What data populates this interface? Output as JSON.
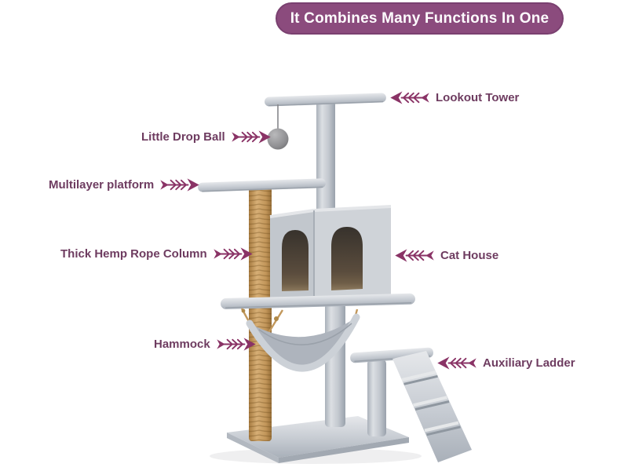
{
  "banner": {
    "text": "It Combines Many Functions In One",
    "bg_color": "#8b4b7d",
    "text_color": "#ffffff"
  },
  "labels": [
    {
      "id": "lookout-tower",
      "text": "Lookout Tower",
      "arrow_direction": "left"
    },
    {
      "id": "little-drop-ball",
      "text": "Little Drop Ball",
      "arrow_direction": "right"
    },
    {
      "id": "multilayer-platform",
      "text": "Multilayer platform",
      "arrow_direction": "right"
    },
    {
      "id": "thick-hemp-rope-column",
      "text": "Thick Hemp Rope Column",
      "arrow_direction": "right"
    },
    {
      "id": "cat-house",
      "text": "Cat House",
      "arrow_direction": "left"
    },
    {
      "id": "hammock",
      "text": "Hammock",
      "arrow_direction": "right"
    },
    {
      "id": "auxiliary-ladder",
      "text": "Auxiliary Ladder",
      "arrow_direction": "left"
    }
  ],
  "colors": {
    "label_text": "#6e3c60",
    "arrow": "#8a3366",
    "plush_gray": "#c9ced4",
    "hemp_tan": "#c59c63",
    "pom_ball_gray": "#8a8a8d",
    "house_door_interior": "#55493c"
  }
}
